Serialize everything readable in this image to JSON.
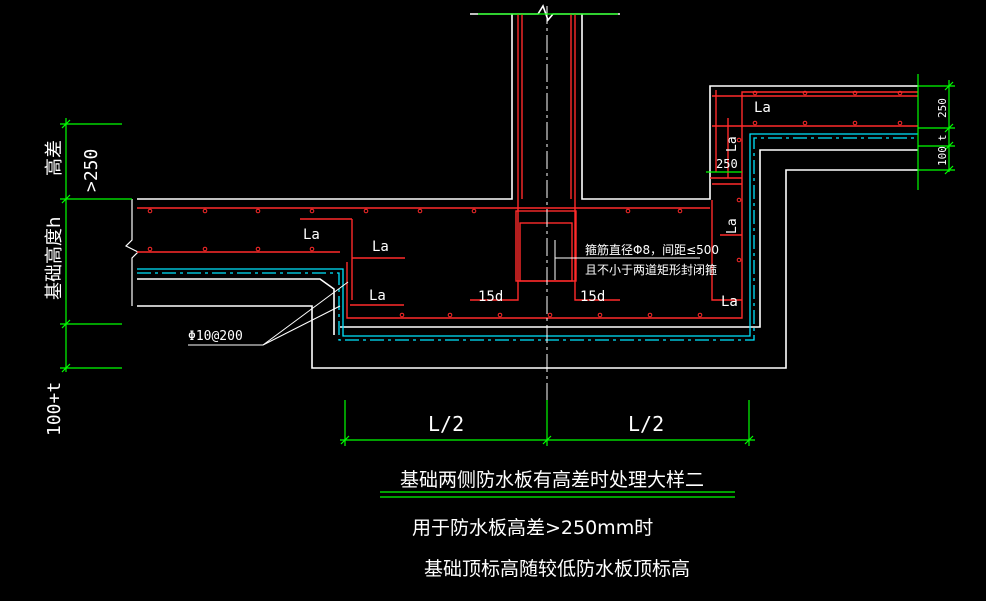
{
  "drawing": {
    "title": "基础两侧防水板有高差时处理大样二",
    "note_line1": "用于防水板高差>250mm时",
    "note_line2": "基础顶标高随较低防水板顶标高"
  },
  "labels": {
    "la_left_top": "La",
    "la_left_mid": "La",
    "la_left_bottom": "La",
    "la_right_top": "La",
    "la_right_vertical_upper": "La",
    "la_right_vertical_lower": "La",
    "la_right_bottom": "La",
    "hook_left": "15d",
    "hook_right": "15d",
    "stirrup_note_1": "箍筋直径Φ8，间距≤500",
    "stirrup_note_2": "且不小于两道矩形封闭箍",
    "bottom_bar": "Φ10@200",
    "half_span_left": "L/2",
    "half_span_right": "L/2",
    "right_dim_250_top": "250",
    "right_dim_t": "t",
    "right_dim_100": "100",
    "step_dim_250": "250",
    "left_dim_height_diff_label": "高差",
    "left_dim_height_diff_value": ">250",
    "left_dim_found_height": "基础高度h",
    "left_dim_100t": "100+t"
  },
  "colors": {
    "background": "#000000",
    "outline": "#ffffff",
    "rebar": "#ff2a2a",
    "dimension": "#00ff00",
    "waterproof": "#00e5ff",
    "text": "#ffffff"
  }
}
